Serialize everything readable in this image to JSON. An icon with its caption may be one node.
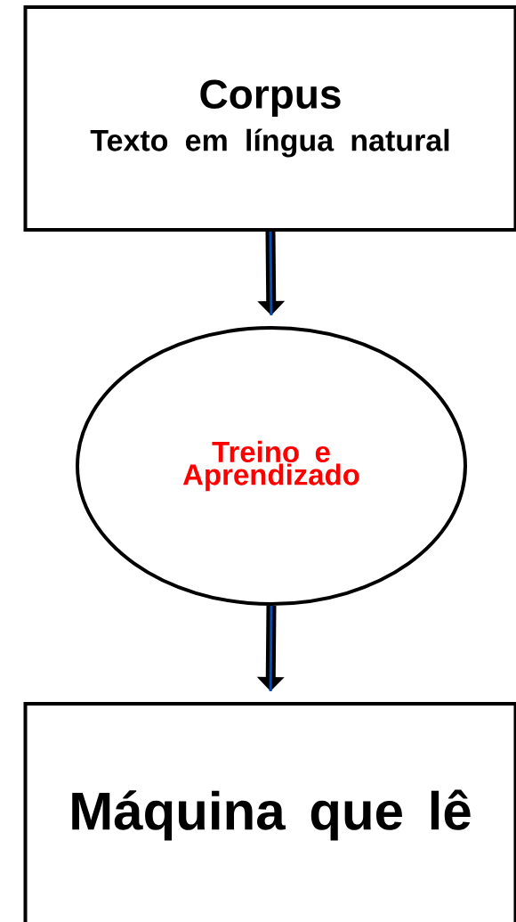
{
  "diagram": {
    "nodes": [
      {
        "text": [
          "Corpus",
          "Texto em língua natural"
        ]
      },
      {
        "text": [
          "Treino e Aprendizado"
        ]
      },
      {
        "text": [
          "Máquina que lê"
        ]
      }
    ],
    "edges": [
      {
        "from": 0,
        "to": 1,
        "arrow": "to"
      },
      {
        "from": 1,
        "to": 2,
        "arrow": "to"
      }
    ]
  }
}
